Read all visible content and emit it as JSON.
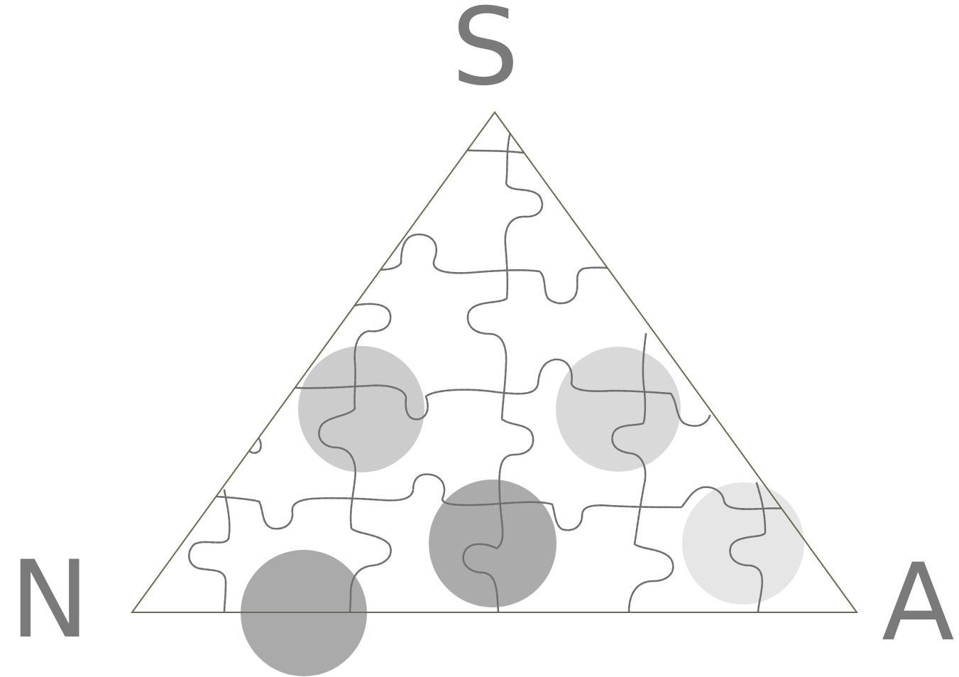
{
  "diagram": {
    "vertices": {
      "top": "S",
      "bottom_left": "N",
      "bottom_right": "A"
    },
    "colors": {
      "label": "#7a7a7a",
      "triangle_stroke": "#6b6b52",
      "puzzle_line": "#6f6f6f",
      "circle_shades": [
        "#aaaaaa",
        "#ababab",
        "#cccccc",
        "#d9d9d9",
        "#e6e6e6"
      ]
    },
    "background_pattern": "jigsaw-puzzle-pieces",
    "markers": [
      {
        "name": "circle-near-n",
        "shade": "#aaaaaa"
      },
      {
        "name": "circle-bottom-center",
        "shade": "#ababab"
      },
      {
        "name": "circle-left-middle",
        "shade": "#cccccc"
      },
      {
        "name": "circle-right-middle",
        "shade": "#d9d9d9"
      },
      {
        "name": "circle-near-a",
        "shade": "#e6e6e6"
      }
    ]
  }
}
